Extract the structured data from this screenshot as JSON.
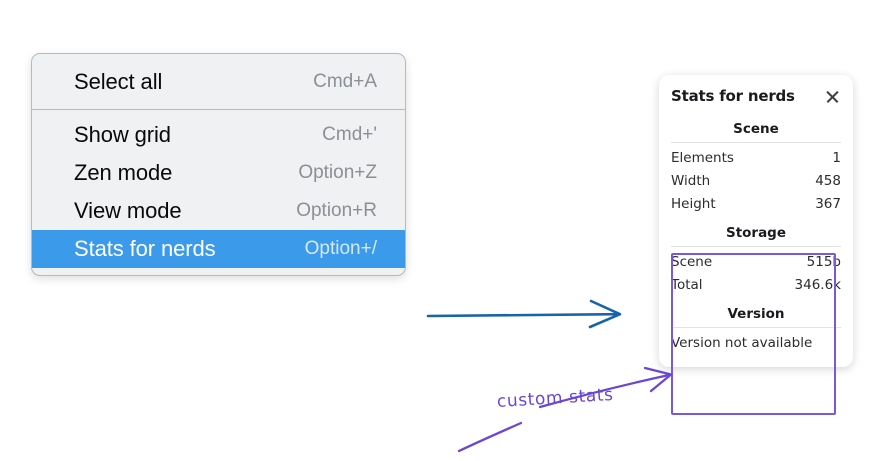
{
  "context_menu": {
    "groups": [
      {
        "items": [
          {
            "label": "Select all",
            "shortcut": "Cmd+A",
            "selected": false
          }
        ]
      },
      {
        "items": [
          {
            "label": "Show grid",
            "shortcut": "Cmd+'",
            "selected": false
          },
          {
            "label": "Zen mode",
            "shortcut": "Option+Z",
            "selected": false
          },
          {
            "label": "View mode",
            "shortcut": "Option+R",
            "selected": false
          },
          {
            "label": "Stats for nerds",
            "shortcut": "Option+/",
            "selected": true
          }
        ]
      }
    ],
    "highlight_color": "#3c9aea"
  },
  "stats_panel": {
    "title": "Stats for nerds",
    "close_icon": "close-icon",
    "sections": [
      {
        "heading": "Scene",
        "rows": [
          {
            "key": "Elements",
            "value": "1"
          },
          {
            "key": "Width",
            "value": "458"
          },
          {
            "key": "Height",
            "value": "367"
          }
        ]
      },
      {
        "heading": "Storage",
        "rows": [
          {
            "key": "Scene",
            "value": "515b"
          },
          {
            "key": "Total",
            "value": "346.6k"
          }
        ]
      },
      {
        "heading": "Version",
        "note": "Version not available"
      }
    ]
  },
  "annotations": {
    "custom_stats_label": "custom stats",
    "purple_color": "#6b47d6",
    "blue_color": "#1864ab"
  }
}
